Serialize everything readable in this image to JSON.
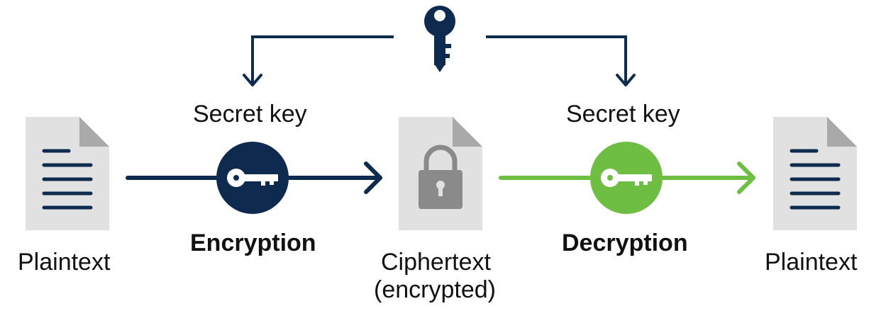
{
  "diagram": {
    "left_doc_label": "Plaintext",
    "right_doc_label": "Plaintext",
    "cipher_label_line1": "Ciphertext",
    "cipher_label_line2": "(encrypted)",
    "encrypt_key_label": "Secret key",
    "decrypt_key_label": "Secret key",
    "encrypt_label": "Encryption",
    "decrypt_label": "Decryption"
  },
  "colors": {
    "navy": "#0f2a4f",
    "green": "#6fbe44",
    "doc_fill": "#e1e1e1",
    "doc_fold": "#a9a9a9",
    "lock": "#8a8a8a"
  },
  "icons": [
    "key-icon",
    "document-icon",
    "lock-icon",
    "arrow-icon"
  ]
}
